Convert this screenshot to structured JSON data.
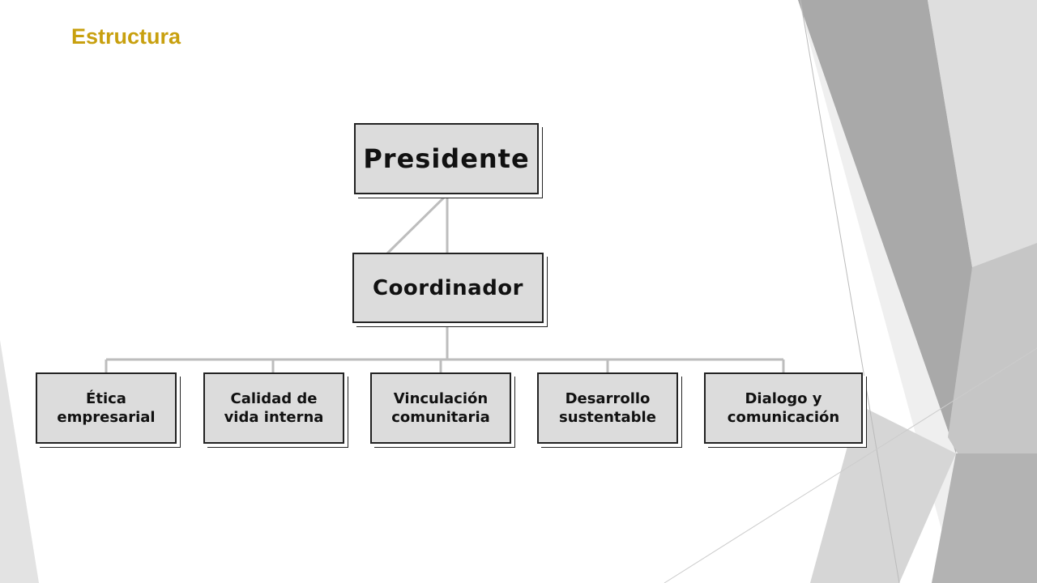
{
  "title": "Estructura",
  "org_chart": {
    "root": "Presidente",
    "coordinator": "Coordinador",
    "departments": [
      {
        "line1": "Ética",
        "line2": "empresarial"
      },
      {
        "line1": "Calidad de",
        "line2": "vida interna"
      },
      {
        "line1": "Vinculación",
        "line2": "comunitaria"
      },
      {
        "line1": "Desarrollo",
        "line2": "sustentable"
      },
      {
        "line1": "Dialogo y",
        "line2": "comunicación"
      }
    ]
  },
  "colors": {
    "title": "#c8a00f",
    "box_fill": "#dcdcdc",
    "box_border": "#222222",
    "connector": "#bdbdbd"
  }
}
